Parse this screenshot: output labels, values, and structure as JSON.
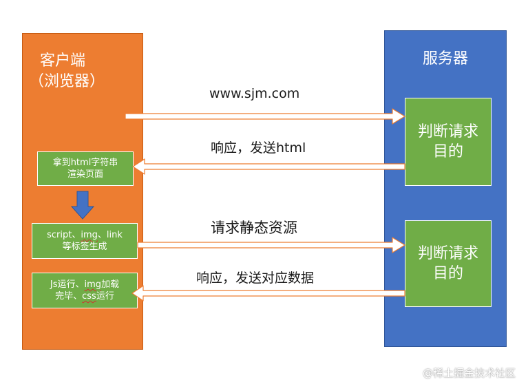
{
  "client": {
    "title_line1": "客户端",
    "title_line2": "（浏览器）",
    "step1_line1": "拿到html字符串",
    "step1_line2": "渲染页面",
    "step2_line1_a": "script",
    "step2_line1_b": "、",
    "step2_line1_c": "img",
    "step2_line1_d": "、link",
    "step2_line2": "等标签生成",
    "step3_line1_a": "Js运行、",
    "step3_line1_b": "img",
    "step3_line1_c": "加载",
    "step3_line2_a": "完毕、",
    "step3_line2_b": "css",
    "step3_line2_c": "运行"
  },
  "server": {
    "title": "服务器",
    "judge1_line1": "判断请求",
    "judge1_line2": "目的",
    "judge2_line1": "判断请求",
    "judge2_line2": "目的"
  },
  "messages": {
    "request1": "www.sjm.com",
    "response1": "响应，发送html",
    "request2": "请求静态资源",
    "response2": "响应，发送对应数据"
  },
  "watermark": "@稀土掘金技术社区",
  "colors": {
    "client": "#ED7D31",
    "server": "#4472C4",
    "step": "#70AD47",
    "flow_arrow": "#4472C4"
  }
}
